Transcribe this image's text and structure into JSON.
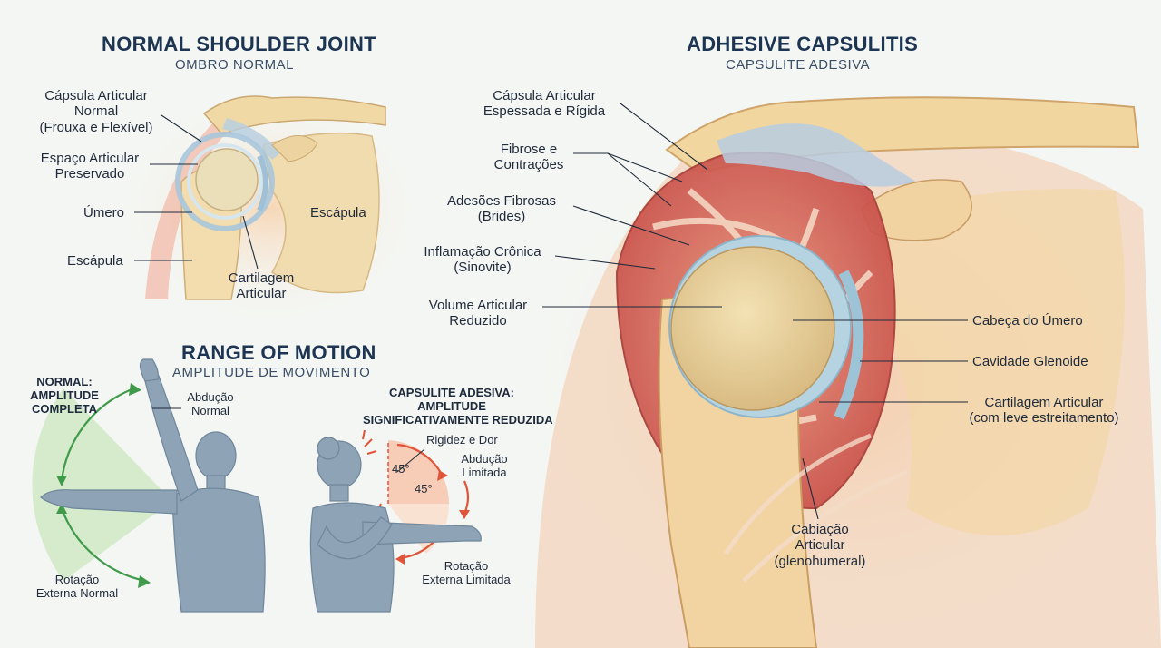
{
  "normal": {
    "title": "NORMAL SHOULDER JOINT",
    "subtitle": "OMBRO NORMAL",
    "labels": {
      "capsule": [
        "Cápsula Articular",
        "Normal",
        "(Frouxa e Flexível)"
      ],
      "space": [
        "Espaço Articular",
        "Preservado"
      ],
      "humerus": "Úmero",
      "scapula_left": "Escápula",
      "scapula_right": "Escápula",
      "cartilage": [
        "Cartilagem",
        "Articular"
      ]
    }
  },
  "adhesive": {
    "title": "ADHESIVE CAPSULITIS",
    "subtitle": "CAPSULITE ADESIVA",
    "labels": {
      "capsule": [
        "Cápsula Articular",
        "Espessada e Rígida"
      ],
      "fibrosis": [
        "Fibrose e",
        "Contrações"
      ],
      "adhesions": [
        "Adesões Fibrosas",
        "(Brides)"
      ],
      "inflammation": [
        "Inflamação Crônica",
        "(Sinovite)"
      ],
      "volume": [
        "Volume Articular",
        "Reduzido"
      ],
      "head": "Cabeça do Úmero",
      "glenoid": "Cavidade Glenoide",
      "cartilage": [
        "Cartilagem Articular",
        "(com leve estreitamento)"
      ],
      "capsule_bottom": [
        "Cabiação",
        "Articular",
        "(glenohumeral)"
      ]
    }
  },
  "rom": {
    "title": "RANGE OF MOTION",
    "subtitle": "AMPLITUDE DE MOVIMENTO",
    "normal_heading": [
      "NORMAL:",
      "AMPLITUDE",
      "COMPLETA"
    ],
    "abduction_normal": [
      "Abdução",
      "Normal"
    ],
    "rotation_normal": [
      "Rotação",
      "Externa Normal"
    ],
    "adhesive_heading": [
      "CAPSULITE ADESIVA:",
      "AMPLITUDE",
      "SIGNIFICATIVAMENTE REDUZIDA"
    ],
    "stiffness": "Rigidez e Dor",
    "abduction_limited": [
      "Abdução",
      "Limitada"
    ],
    "rotation_limited": [
      "Rotação",
      "Externa Limitada"
    ],
    "angle_top": "45°",
    "angle_bottom": "45°"
  },
  "colors": {
    "title": "#1d3552",
    "bone": "#f2d9a8",
    "capsule_red": "#d86a5a",
    "figure": "#8ea3b5",
    "normal_arc": "#3f9a4a",
    "limited_arc": "#e0543a"
  }
}
